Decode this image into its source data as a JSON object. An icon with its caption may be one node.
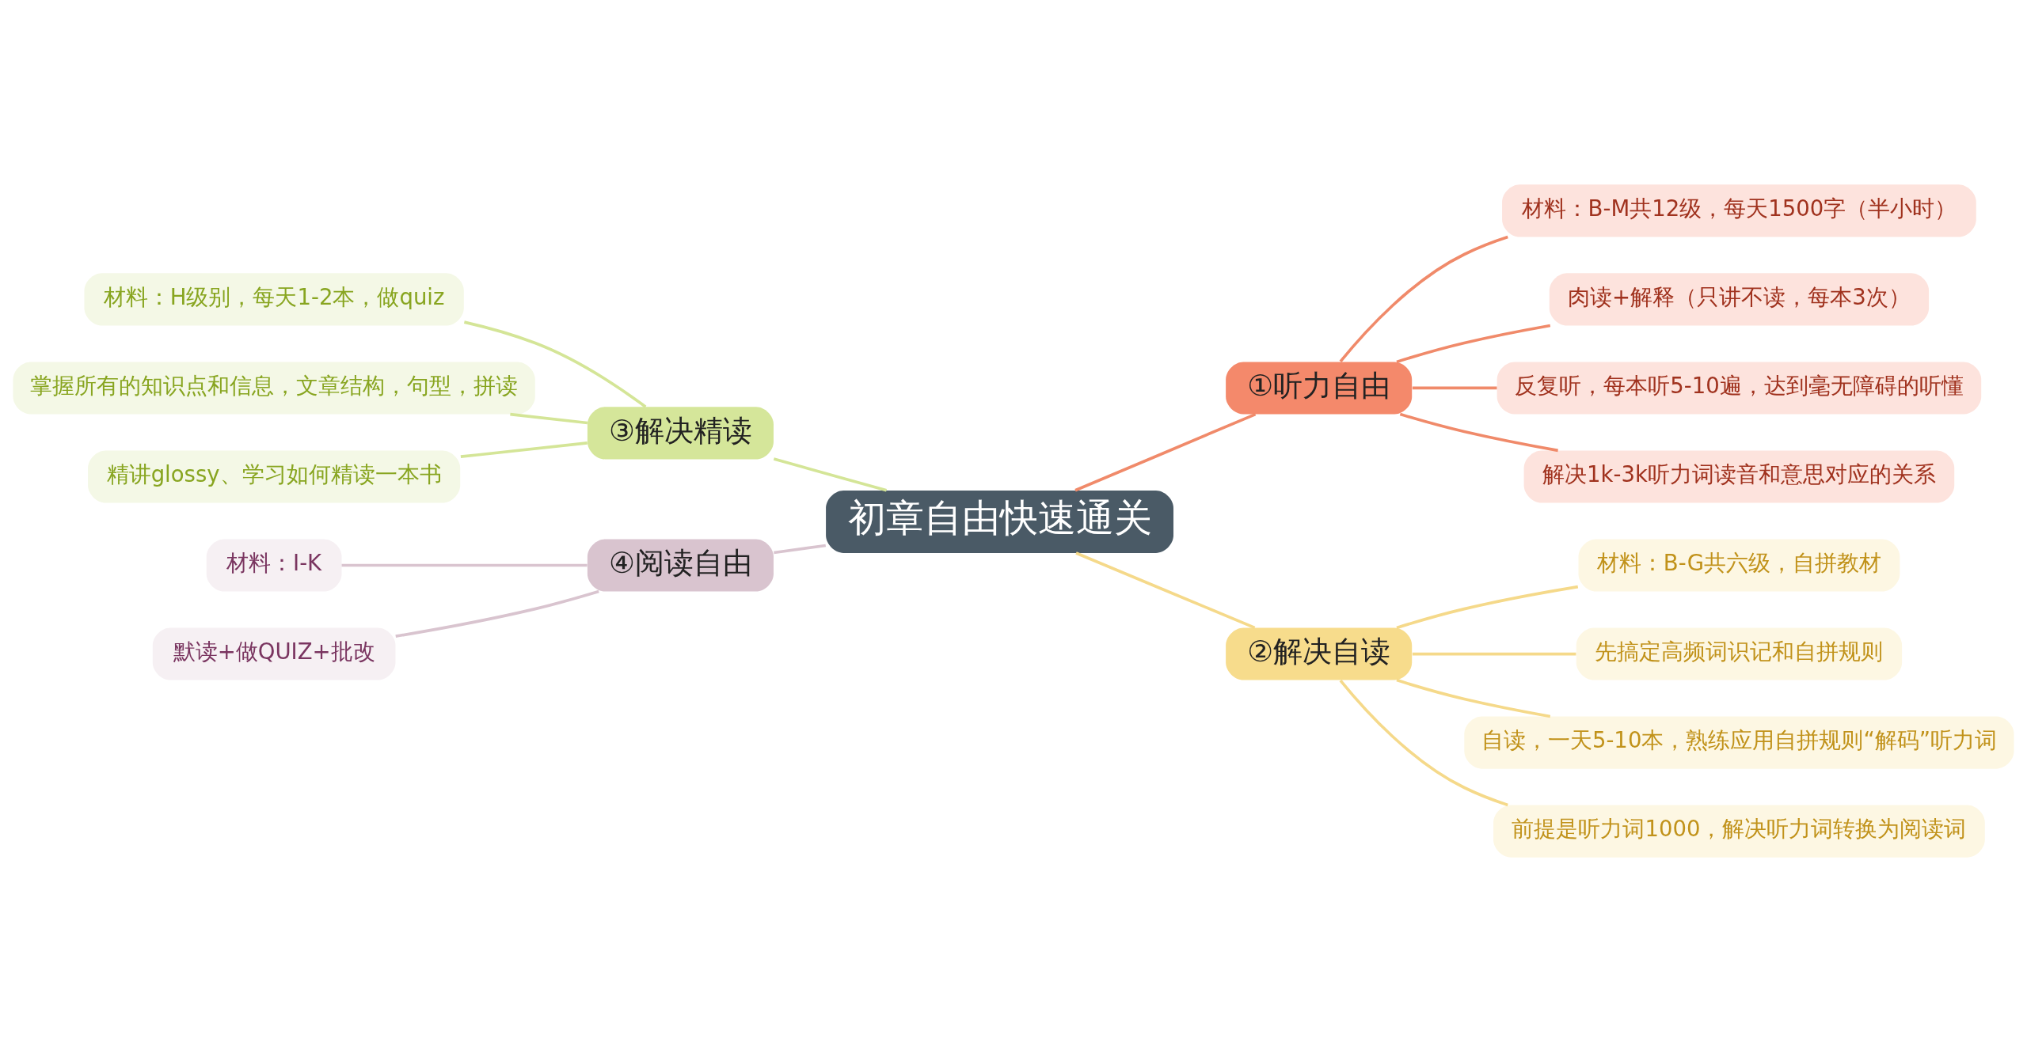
{
  "diagram": {
    "nodes": [
      {
        "text": [
          "初章自由快速通关"
        ]
      },
      {
        "text": [
          "①听力自由"
        ]
      },
      {
        "text": [
          "材料：B-M共12级，每天1500字（半小时）"
        ]
      },
      {
        "text": [
          "肉读+解释（只讲不读，每本3次）"
        ]
      },
      {
        "text": [
          "反复听，每本听5-10遍，达到毫无障碍的听懂"
        ]
      },
      {
        "text": [
          "解决1k-3k听力词读音和意思对应的关系"
        ]
      },
      {
        "text": [
          "②解决自读"
        ]
      },
      {
        "text": [
          "材料：B-G共六级，自拼教材"
        ]
      },
      {
        "text": [
          "先搞定高频词识记和自拼规则"
        ]
      },
      {
        "text": [
          "自读，一天5-10本，熟练应用自拼规则“解码”听力词"
        ]
      },
      {
        "text": [
          "前提是听力词1000，解决听力词转换为阅读词"
        ]
      },
      {
        "text": [
          "③解决精读"
        ]
      },
      {
        "text": [
          "材料：H级别，每天1-2本，做quiz"
        ]
      },
      {
        "text": [
          "掌握所有的知识点和信息，文章结构，句型，拼读"
        ]
      },
      {
        "text": [
          "精讲glossy、学习如何精读一本书"
        ]
      },
      {
        "text": [
          "④阅读自由"
        ]
      },
      {
        "text": [
          "材料：I-K"
        ]
      },
      {
        "text": [
          "默读+做QUIZ+批改"
        ]
      }
    ],
    "edges": [
      {
        "from": 0,
        "to": 1,
        "arrow": "none",
        "color": "#f08a6a"
      },
      {
        "from": 1,
        "to": 2,
        "arrow": "none",
        "color": "#f08a6a"
      },
      {
        "from": 1,
        "to": 3,
        "arrow": "none",
        "color": "#f08a6a"
      },
      {
        "from": 1,
        "to": 4,
        "arrow": "none",
        "color": "#f08a6a"
      },
      {
        "from": 1,
        "to": 5,
        "arrow": "none",
        "color": "#f08a6a"
      },
      {
        "from": 0,
        "to": 6,
        "arrow": "none",
        "color": "#f5d98a"
      },
      {
        "from": 6,
        "to": 7,
        "arrow": "none",
        "color": "#f5d98a"
      },
      {
        "from": 6,
        "to": 8,
        "arrow": "none",
        "color": "#f5d98a"
      },
      {
        "from": 6,
        "to": 9,
        "arrow": "none",
        "color": "#f5d98a"
      },
      {
        "from": 6,
        "to": 10,
        "arrow": "none",
        "color": "#f5d98a"
      },
      {
        "from": 0,
        "to": 11,
        "arrow": "none",
        "color": "#d4e597"
      },
      {
        "from": 11,
        "to": 12,
        "arrow": "none",
        "color": "#d4e597"
      },
      {
        "from": 11,
        "to": 13,
        "arrow": "none",
        "color": "#d4e597"
      },
      {
        "from": 11,
        "to": 14,
        "arrow": "none",
        "color": "#d4e597"
      },
      {
        "from": 0,
        "to": 15,
        "arrow": "none",
        "color": "#d9c4cf"
      },
      {
        "from": 15,
        "to": 16,
        "arrow": "none",
        "color": "#d9c4cf"
      },
      {
        "from": 15,
        "to": 17,
        "arrow": "none",
        "color": "#d9c4cf"
      }
    ]
  }
}
